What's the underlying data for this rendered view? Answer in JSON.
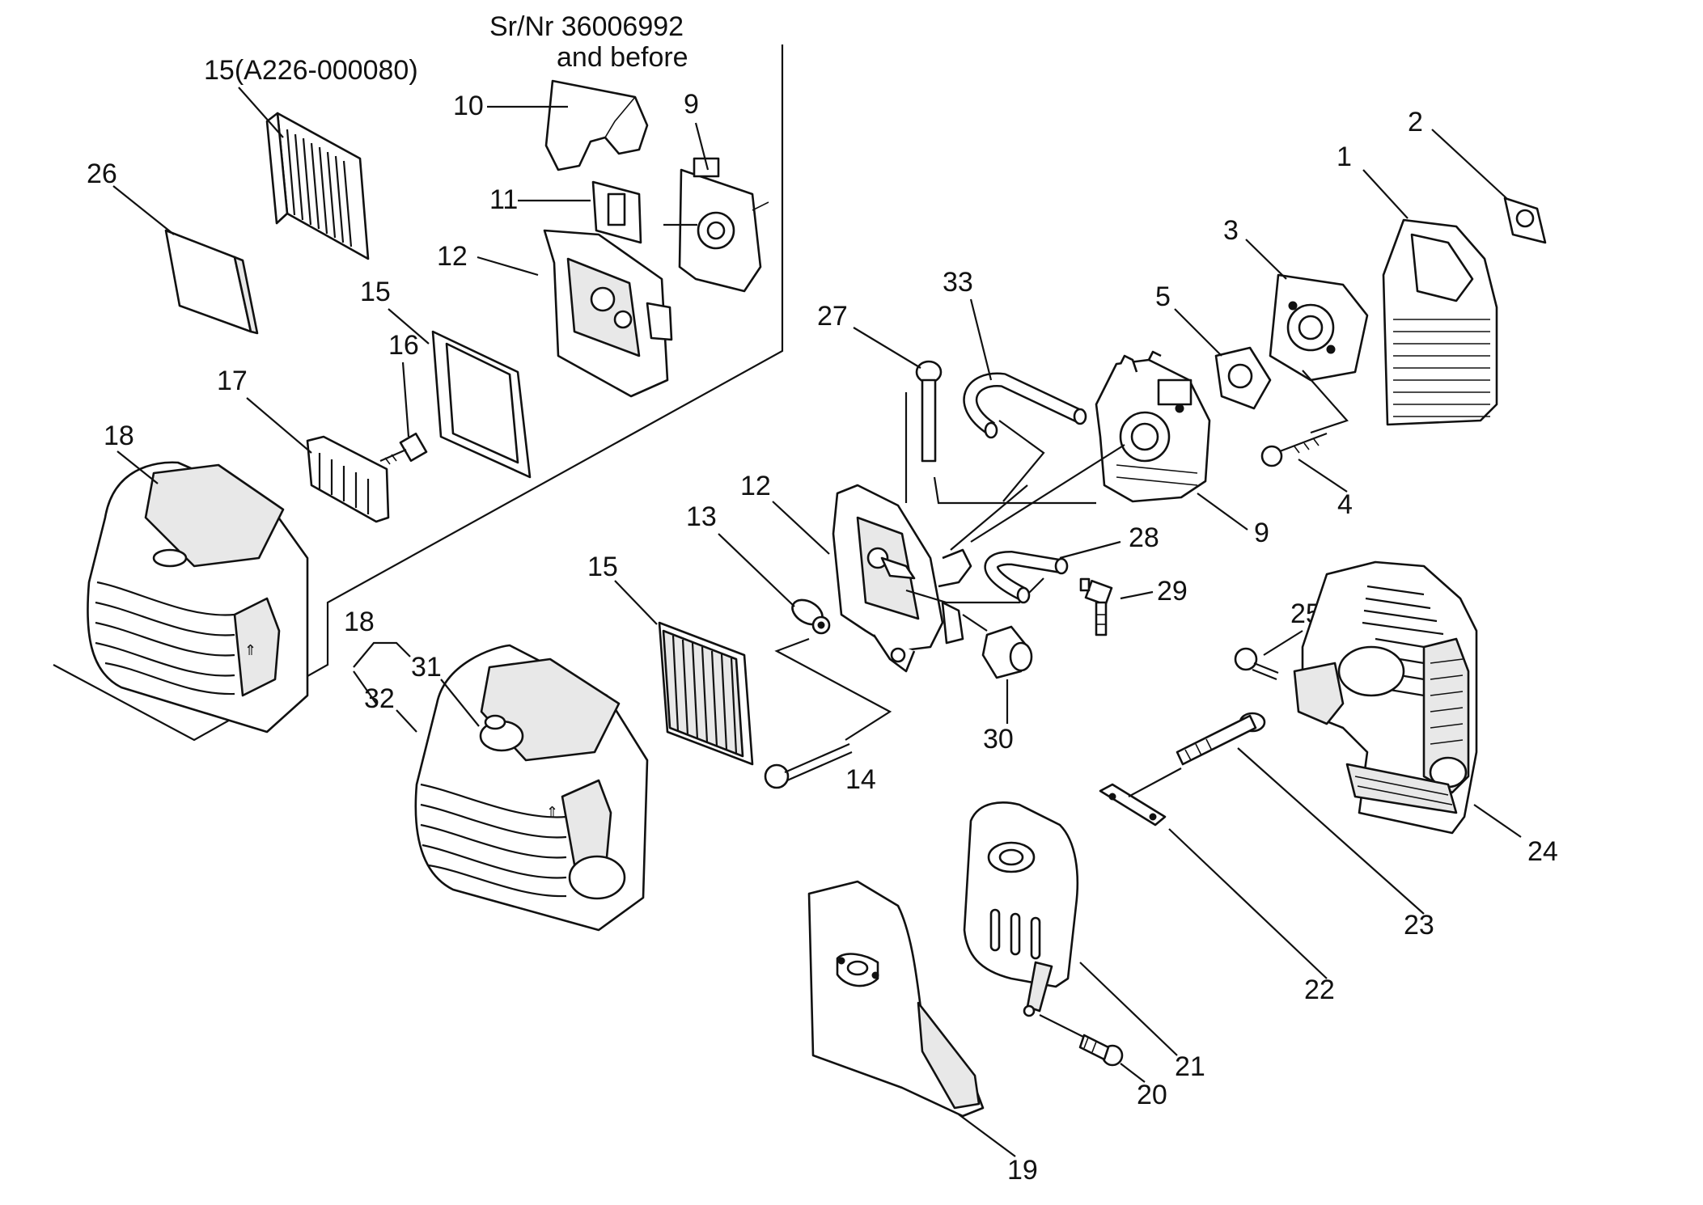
{
  "note": {
    "line1": "Sr/Nr 36006992",
    "line2": "and before"
  },
  "labels": {
    "l15_top": "15(A226-000080)",
    "l10": "10",
    "l9_top": "9",
    "l26": "26",
    "l11": "11",
    "l12_top": "12",
    "l15_mid": "15",
    "l16": "16",
    "l17": "17",
    "l18_top": "18",
    "l2": "2",
    "l1": "1",
    "l3": "3",
    "l33": "33",
    "l5": "5",
    "l27": "27",
    "l4": "4",
    "l9": "9",
    "l12": "12",
    "l13": "13",
    "l28": "28",
    "l15": "15",
    "l29": "29",
    "l25": "25",
    "l18": "18",
    "l31": "31",
    "l32": "32",
    "l30": "30",
    "l14": "14",
    "l24": "24",
    "l23": "23",
    "l22": "22",
    "l21": "21",
    "l20": "20",
    "l19": "19"
  }
}
